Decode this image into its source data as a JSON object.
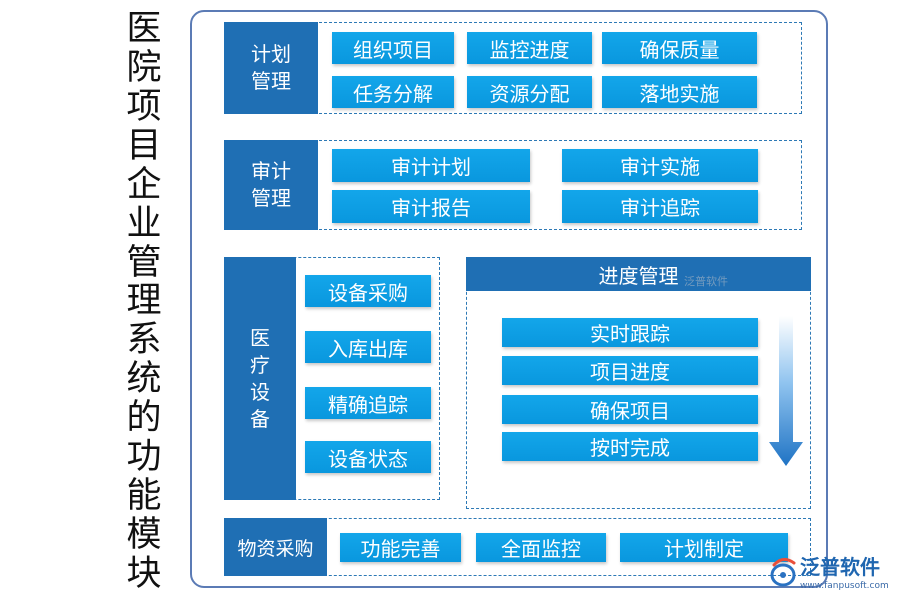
{
  "title_chars": [
    "医",
    "院",
    "项",
    "目",
    "企",
    "业",
    "管",
    "理",
    "系",
    "统",
    "的",
    "功",
    "能",
    "模",
    "块"
  ],
  "sections": {
    "plan": {
      "header": "计划\n管理",
      "items": [
        "组织项目",
        "监控进度",
        "确保质量",
        "任务分解",
        "资源分配",
        "落地实施"
      ]
    },
    "audit": {
      "header": "审计\n管理",
      "items": [
        "审计计划",
        "审计实施",
        "审计报告",
        "审计追踪"
      ]
    },
    "equipment": {
      "header": "医\n疗\n设\n备",
      "items": [
        "设备采购",
        "入库出库",
        "精确追踪",
        "设备状态"
      ]
    },
    "progress": {
      "header": "进度管理",
      "items": [
        "实时跟踪",
        "项目进度",
        "确保项目",
        "按时完成"
      ]
    },
    "procurement": {
      "header": "物资采购",
      "items": [
        "功能完善",
        "全面监控",
        "计划制定"
      ]
    }
  },
  "watermark": "泛普软件",
  "logo": {
    "name": "泛普软件",
    "url": "www.fanpusoft.com"
  },
  "colors": {
    "header_bg": "#1f6fb4",
    "button_bg": "#0d9fe4",
    "frame_border": "#5b7bb5",
    "dash_border": "#2d79b5"
  }
}
